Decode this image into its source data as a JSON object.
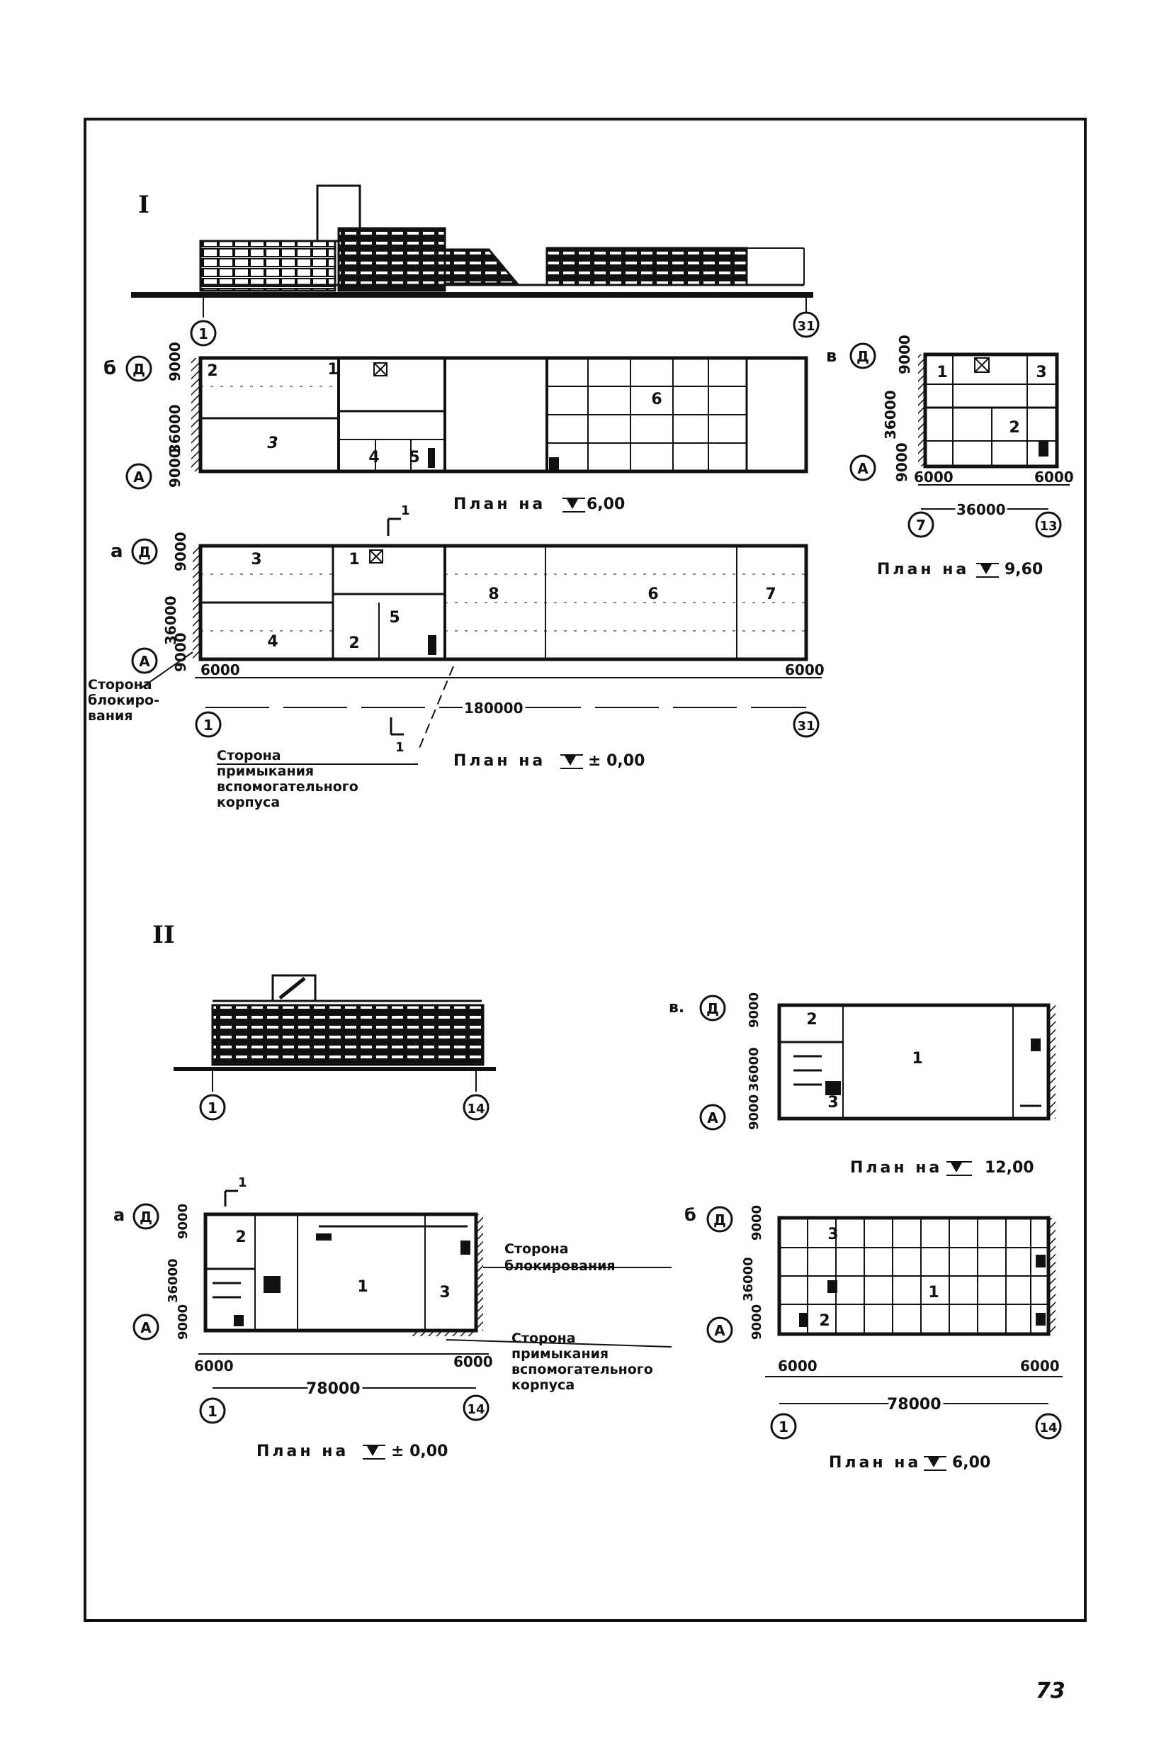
{
  "page_number": "73",
  "section_I": {
    "numeral": "I",
    "elevation_axes": [
      "1",
      "31"
    ],
    "plan_b": {
      "letter": "б",
      "caption": "План на",
      "level": "6,00",
      "axes_rows": [
        "Д",
        "А"
      ],
      "dims_vertical": [
        "9000",
        "36000",
        "9000"
      ],
      "rooms": [
        "2",
        "1",
        "3",
        "4",
        "5",
        "6"
      ]
    },
    "plan_v": {
      "letter": "в",
      "caption": "План на",
      "level": "9,60",
      "axes_rows": [
        "Д",
        "А"
      ],
      "axes_cols": [
        "7",
        "13"
      ],
      "dims_vertical": [
        "9000",
        "36000",
        "9000"
      ],
      "dim_top_left": "6000",
      "dim_top_right": "6000",
      "dim_total": "36000",
      "rooms": [
        "1",
        "3",
        "2"
      ]
    },
    "plan_a": {
      "letter": "а",
      "caption": "План на",
      "level": "± 0,00",
      "axes_rows": [
        "Д",
        "А"
      ],
      "axes_cols": [
        "1",
        "31"
      ],
      "dims_vertical": [
        "9000",
        "36000",
        "9000"
      ],
      "dim_top_left": "6000",
      "dim_top_right": "6000",
      "dim_total": "180000",
      "section_mark": "1",
      "rooms": [
        "3",
        "1",
        "8",
        "6",
        "7",
        "5",
        "4",
        "2"
      ],
      "note_blocking": "Сторона блокиро- вания",
      "note_blocking_lines": [
        "Сторона",
        "блокиро-",
        "вания"
      ],
      "note_adjoining_lines": [
        "Сторона",
        "примыкания",
        "вспомогательного",
        "корпуса"
      ]
    }
  },
  "section_II": {
    "numeral": "II",
    "elevation_axes": [
      "1",
      "14"
    ],
    "plan_v": {
      "letter": "в.",
      "caption": "План на",
      "level": "12,00",
      "axes_rows": [
        "Д",
        "А"
      ],
      "dims_vertical": [
        "9000",
        "36000",
        "9000"
      ],
      "rooms": [
        "2",
        "1",
        "3"
      ]
    },
    "plan_a": {
      "letter": "а",
      "caption": "План на",
      "level": "± 0,00",
      "axes_rows": [
        "Д",
        "А"
      ],
      "axes_cols": [
        "1",
        "14"
      ],
      "dims_vertical": [
        "9000",
        "36000",
        "9000"
      ],
      "dim_top_left": "6000",
      "dim_top_right": "6000",
      "dim_total": "78000",
      "section_mark": "1",
      "rooms": [
        "2",
        "1",
        "3"
      ],
      "note_blocking_lines": [
        "Сторона",
        "блокирования"
      ],
      "note_adjoining_lines": [
        "Сторона",
        "примыкания",
        "вспомогательного",
        "корпуса"
      ]
    },
    "plan_b": {
      "letter": "б",
      "caption": "План на",
      "level": "6,00",
      "axes_rows": [
        "Д",
        "А"
      ],
      "axes_cols": [
        "1",
        "14"
      ],
      "dims_vertical": [
        "9000",
        "36000",
        "9000"
      ],
      "dim_top_left": "6000",
      "dim_top_right": "6000",
      "dim_total": "78000",
      "rooms": [
        "3",
        "1",
        "2"
      ]
    }
  }
}
